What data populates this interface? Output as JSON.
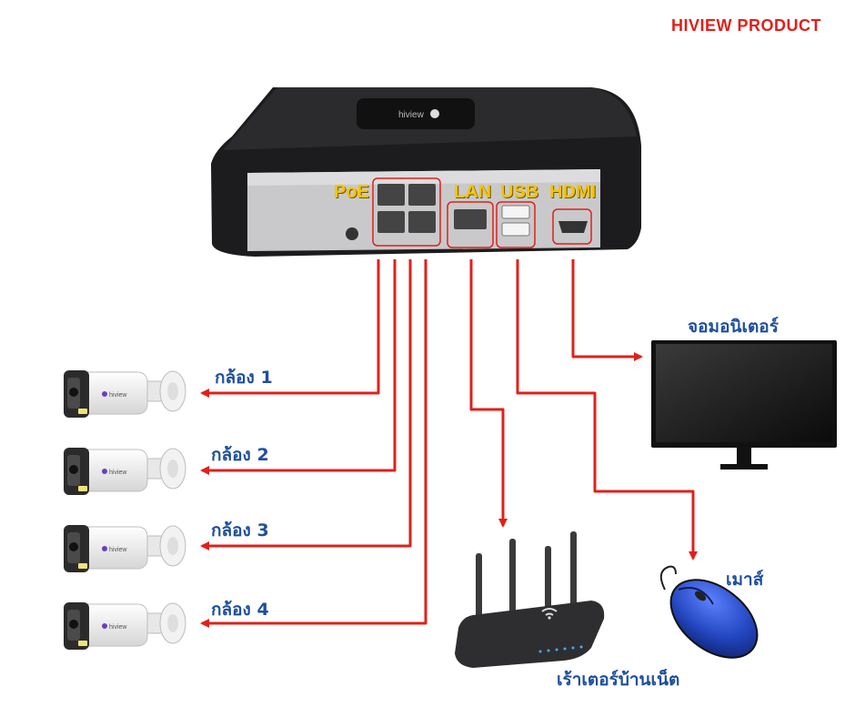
{
  "brand": "HIVIEW PRODUCT",
  "nvr": {
    "ports": [
      "PoE",
      "LAN",
      "USB",
      "HDMI"
    ],
    "logo_text": "hiview"
  },
  "cameras": [
    {
      "label": "กล้อง 1",
      "logo": "hiview"
    },
    {
      "label": "กล้อง 2",
      "logo": "hiview"
    },
    {
      "label": "กล้อง 3",
      "logo": "hiview"
    },
    {
      "label": "กล้อง 4",
      "logo": "hiview"
    }
  ],
  "monitor_label": "จอมอนิเตอร์",
  "mouse_label": "เมาส์",
  "router_label": "เร้าเตอร์บ้านเน็ต",
  "colors": {
    "wire": "#e0201b",
    "port_label": "#f5c400",
    "device_label": "#1f4f9c",
    "brand": "#e0201b",
    "nvr_body": "#1c1c1e",
    "mouse": "#2a4fc0"
  }
}
